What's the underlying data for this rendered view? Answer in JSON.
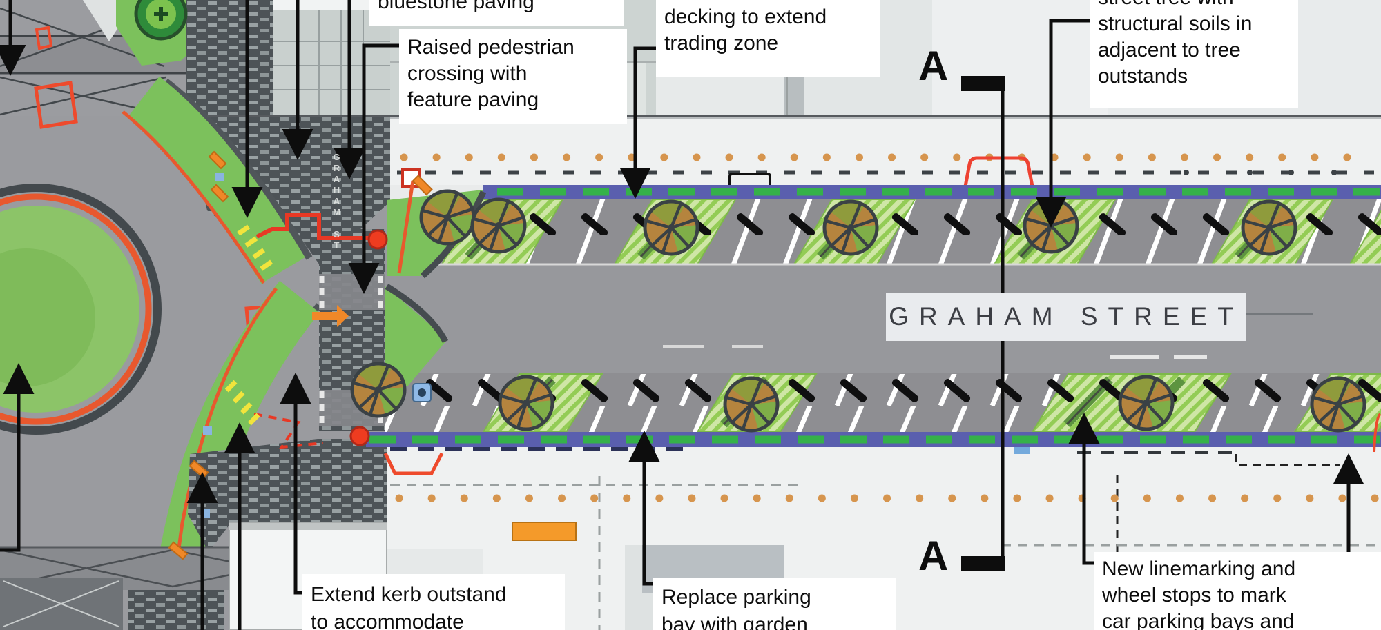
{
  "street": {
    "name_label": "GRAHAM STREET",
    "vertical_name": "GRAHAM ST"
  },
  "sections": {
    "top_marker": "A",
    "bottom_marker": "A"
  },
  "callouts": {
    "bluestone_paving": {
      "lines": [
        "bluestone paving"
      ]
    },
    "raised_crossing": {
      "lines": [
        "Raised pedestrian",
        "crossing with",
        "feature paving"
      ]
    },
    "decking_trading": {
      "lines": [
        "decking to extend",
        "trading zone"
      ]
    },
    "structural_soils": {
      "lines": [
        "street tree with",
        "structural soils in",
        "adjacent to tree",
        "outstands"
      ]
    },
    "extend_kerb": {
      "lines": [
        "Extend kerb outstand",
        "to accommodate"
      ]
    },
    "replace_parking": {
      "lines": [
        "Replace parking",
        "bay with garden"
      ]
    },
    "new_linemarking": {
      "lines": [
        "New linemarking and",
        "wheel stops to mark",
        "car parking bays and"
      ]
    }
  },
  "colors": {
    "leader_black": "#0d0d0d",
    "road_gray": "#97989c",
    "footpath_light": "#eff1f1",
    "brick_dark": "#4d5357",
    "verge_green": "#7cc15c",
    "garden_light": "#cfe6a6",
    "garden_stripe": "#93cc55",
    "kerb_blue": "#5a5fae",
    "kerb_dash_green": "#35b14a",
    "accent_red": "#ee4a2c",
    "dot_orange": "#d6954e",
    "furniture_orange": "#f08828",
    "marking_yellow": "#f2e43c",
    "tree_canopy_orange": "#b5843e",
    "tree_canopy_green": "#7fae48"
  }
}
